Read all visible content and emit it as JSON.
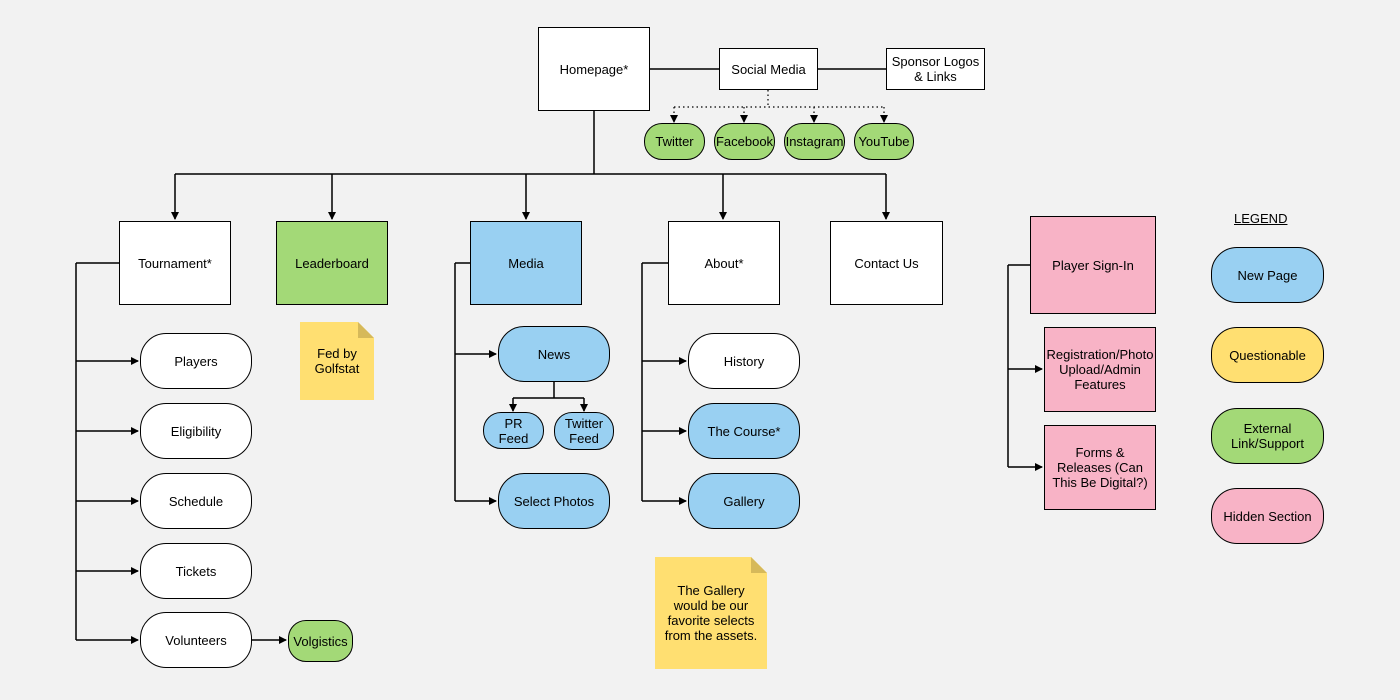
{
  "nodes": {
    "homepage": "Homepage*",
    "social_media": "Social Media",
    "sponsor": "Sponsor Logos & Links",
    "twitter": "Twitter",
    "facebook": "Facebook",
    "instagram": "Instagram",
    "youtube": "YouTube",
    "tournament": "Tournament*",
    "leaderboard": "Leaderboard",
    "media": "Media",
    "about": "About*",
    "contact": "Contact Us",
    "players": "Players",
    "eligibility": "Eligibility",
    "schedule": "Schedule",
    "tickets": "Tickets",
    "volunteers": "Volunteers",
    "volgistics": "Volgistics",
    "news": "News",
    "pr_feed": "PR Feed",
    "twitter_feed": "Twitter Feed",
    "select_photos": "Select Photos",
    "history": "History",
    "the_course": "The Course*",
    "gallery": "Gallery",
    "player_signin": "Player Sign-In",
    "registration": "Registration/Photo Upload/Admin Features",
    "forms": "Forms & Releases (Can This Be Digital?)"
  },
  "notes": {
    "golfstat": "Fed by Golfstat",
    "gallery_note": "The Gallery would be our favorite selects from the assets."
  },
  "legend": {
    "title": "LEGEND",
    "new_page": "New Page",
    "questionable": "Questionable",
    "external": "External Link/Support",
    "hidden": "Hidden Section"
  },
  "colors": {
    "new_page": "#99d0f2",
    "questionable": "#ffdf71",
    "external": "#a3d977",
    "hidden": "#f8b3c6",
    "default": "#ffffff",
    "background": "#f2f2f2"
  }
}
